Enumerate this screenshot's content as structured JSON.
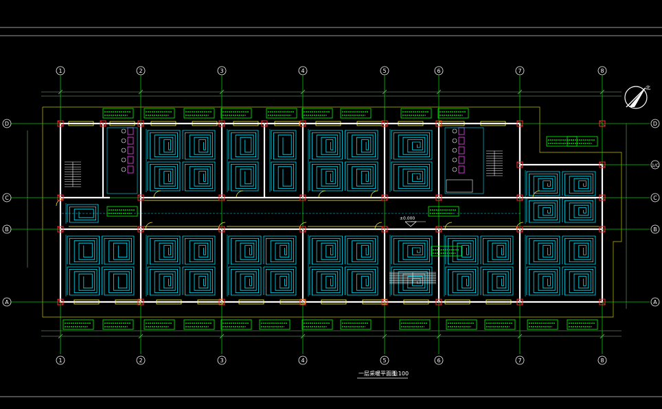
{
  "drawing": {
    "title": "一层采暖平面图",
    "scale": "1:100",
    "north_arrow": "北",
    "elevation_marker": "±0.000",
    "colors": {
      "background": "#000000",
      "axis": "#00cc00",
      "wall": "#ffffff",
      "pipe": "#00e5ff",
      "column": "#ff2a2a",
      "window": "#ffff44",
      "label": "#00ff00",
      "fixture": "#ff44ff",
      "dimension": "#8fbf8f"
    }
  },
  "axes": {
    "vertical": [
      "1",
      "2",
      "3",
      "4",
      "5",
      "6",
      "7",
      "8"
    ],
    "horizontal": [
      "D",
      "C",
      "B",
      "A"
    ],
    "extra_horizontal": "1/C"
  }
}
